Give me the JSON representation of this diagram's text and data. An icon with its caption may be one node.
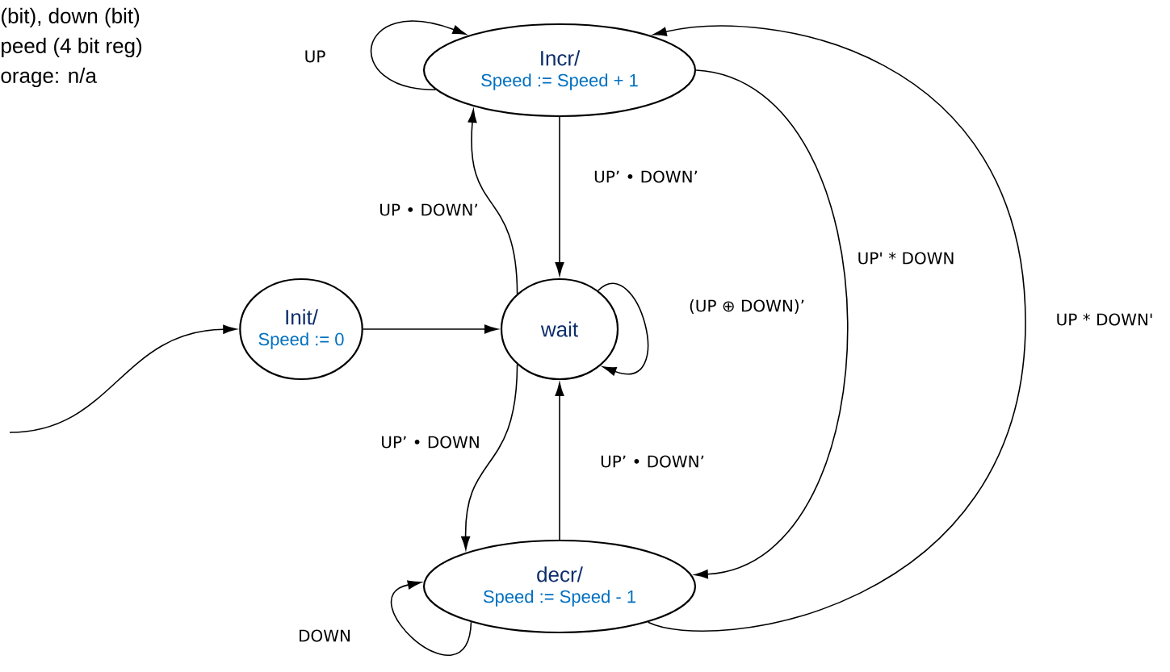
{
  "diagram": {
    "nodes": [
      {
        "text": [
          "Incr/",
          "Speed := Speed + 1"
        ]
      },
      {
        "text": [
          "Init/",
          "Speed := 0"
        ]
      },
      {
        "text": [
          "wait"
        ]
      },
      {
        "text": [
          "decr/",
          "Speed := Speed - 1"
        ]
      }
    ],
    "edges": [
      {
        "from": null,
        "to": 1,
        "arrow": "to"
      },
      {
        "from": 0,
        "to": 0,
        "arrow": "to",
        "label": "UP"
      },
      {
        "from": 0,
        "to": 2,
        "arrow": "to",
        "label": "UP’ • DOWN’"
      },
      {
        "from": 2,
        "to": 0,
        "arrow": "to",
        "label": "UP • DOWN’"
      },
      {
        "from": 1,
        "to": 2,
        "arrow": "to"
      },
      {
        "from": 2,
        "to": 2,
        "arrow": "to",
        "label": "(UP ⊕  DOWN)’"
      },
      {
        "from": 2,
        "to": 3,
        "arrow": "to",
        "label": "UP’ • DOWN"
      },
      {
        "from": 3,
        "to": 2,
        "arrow": "to",
        "label": "UP’ • DOWN’"
      },
      {
        "from": 0,
        "to": 3,
        "arrow": "to",
        "label": "UP' * DOWN"
      },
      {
        "from": 3,
        "to": 0,
        "arrow": "to",
        "label": "UP * DOWN'"
      },
      {
        "from": 3,
        "to": 3,
        "arrow": "to",
        "label": "DOWN"
      }
    ],
    "labels": [
      "(bit), down (bit)",
      "peed (4 bit reg)",
      "orage: n/a"
    ]
  }
}
